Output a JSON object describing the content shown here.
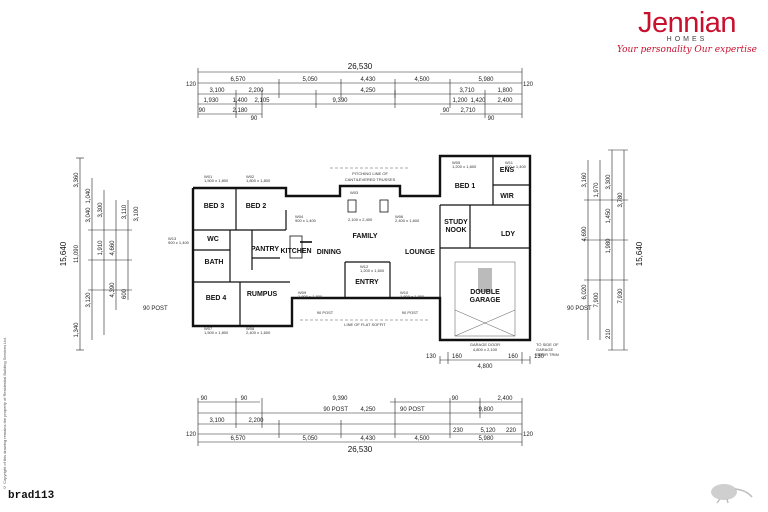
{
  "logo": {
    "brand": "Jennian",
    "sub": "HOMES",
    "tagline": "Your personality Our expertise"
  },
  "watermark": {
    "username": "brad113"
  },
  "copyright": "© Copyright of this drawing remains the property of Residential Building Services Ltd.",
  "overall": {
    "width": "26,530",
    "depth": "15,640"
  },
  "rooms": {
    "bed1": "BED 1",
    "ens": "ENS",
    "wir": "WIR",
    "study": "STUDY",
    "nook": "NOOK",
    "ldy": "LDY",
    "bed2": "BED 2",
    "bed3": "BED 3",
    "bed4": "BED 4",
    "wc": "WC",
    "bath": "BATH",
    "pantry": "PANTRY",
    "kitchen": "KITCHEN",
    "dining": "DINING",
    "family": "FAMILY",
    "lounge": "LOUNGE",
    "rumpus": "RUMPUS",
    "entry": "ENTRY",
    "garage1": "DOUBLE",
    "garage2": "GARAGE"
  },
  "notes": {
    "pitching": "PITCHING LINE OF",
    "trusses": "CANTILEVERED TRUSSES",
    "soffit": "LINE OF FLAT SOFFIT",
    "post1": "90 POST",
    "post2": "90 POST",
    "garage_door": "GARAGE DOOR",
    "garage_door_size": "4,800 x 2,100",
    "side_garage": "TO SIDE OF",
    "side_garage2": "GARAGE",
    "side_garage3": "DOOR TRIM",
    "post_left": "90 POST",
    "post_right": "90 POST"
  },
  "top_dims": {
    "row1": [
      "6,570",
      "5,050",
      "4,430",
      "4,500",
      "5,980"
    ],
    "row2": [
      "3,100",
      "2,200",
      "4,250",
      "3,710",
      "1,800"
    ],
    "row3": [
      "1,930",
      "1,400",
      "2,105",
      "9,390",
      "1,200",
      "1,420",
      "2,400"
    ],
    "row4": [
      "2,180",
      "2,710"
    ],
    "edge": [
      "120",
      "120",
      "90",
      "90",
      "90",
      "90"
    ]
  },
  "bottom_dims": {
    "row1": [
      "90",
      "90",
      "9,390",
      "90",
      "2,400"
    ],
    "row2": [
      "3,100",
      "2,200",
      "4,250",
      "9,800"
    ],
    "row3": [
      "120",
      "6,570",
      "5,050",
      "4,430",
      "4,500",
      "5,980",
      "120"
    ],
    "row4": [
      "5,120",
      "220"
    ],
    "small": [
      "90 POST",
      "90 POST",
      "230"
    ]
  },
  "left_dims": [
    "3,360",
    "1,040",
    "3,040",
    "3,300",
    "4,660",
    "3,110",
    "3,100",
    "1,910",
    "3,120",
    "11,090",
    "1,340",
    "4,390",
    "600"
  ],
  "right_dims": [
    "3,160",
    "1,970",
    "3,300",
    "4,690",
    "7,900",
    "1,450",
    "3,780",
    "1,980",
    "7,930",
    "6,020",
    "210"
  ],
  "garage_dims": [
    "130",
    "160",
    "4,800",
    "160",
    "130"
  ],
  "window_labels": [
    "W01",
    "W02",
    "W03",
    "W04",
    "W05",
    "W06",
    "W07",
    "W08",
    "W09",
    "W10",
    "W11",
    "W12",
    "W13"
  ],
  "window_sizes": [
    "1,500 x 1,800",
    "1,800 x 1,800",
    "2,100 x 2,400",
    "900 x 1,400",
    "1,200 x 1,600",
    "2,400 x 1,600",
    "600 x 1,400"
  ]
}
